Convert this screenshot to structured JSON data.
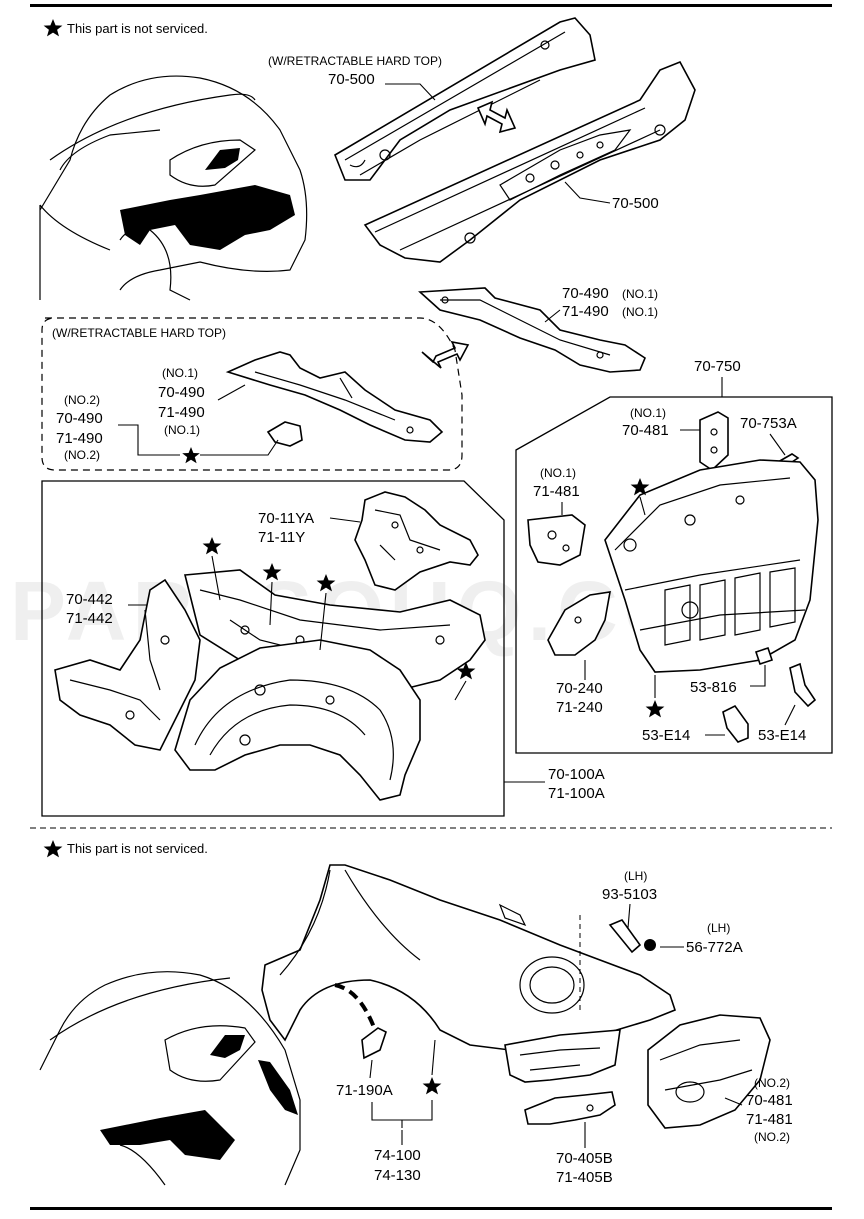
{
  "notes": {
    "top": "This part is not serviced.",
    "bottom": "This part is not serviced."
  },
  "watermark": "PARTSOUQ.COM",
  "labels": {
    "rht_top": "(W/RETRACTABLE HARD TOP)",
    "p70_500_a": "70-500",
    "p70_500_b": "70-500",
    "p70_490_r": "70-490",
    "p70_490_r_q": "(NO.1)",
    "p71_490_r": "71-490",
    "p71_490_r_q": "(NO.1)",
    "rht_box": "(W/RETRACTABLE HARD TOP)",
    "no1_a": "(NO.1)",
    "p70_490_m": "70-490",
    "p71_490_m": "71-490",
    "no1_b": "(NO.1)",
    "no2_a": "(NO.2)",
    "p70_490_l": "70-490",
    "p71_490_l": "71-490",
    "no2_b": "(NO.2)",
    "p70_750": "70-750",
    "no1_c": "(NO.1)",
    "p70_481": "70-481",
    "p70_753a": "70-753A",
    "no1_d": "(NO.1)",
    "p71_481": "71-481",
    "p70_11ya": "70-11YA",
    "p71_11y": "71-11Y",
    "p70_442": "70-442",
    "p71_442": "71-442",
    "p70_240": "70-240",
    "p71_240": "71-240",
    "p53_816": "53-816",
    "p53_e14_a": "53-E14",
    "p53_e14_b": "53-E14",
    "p70_100a": "70-100A",
    "p71_100a": "71-100A",
    "lh_a": "(LH)",
    "p93_5103": "93-5103",
    "lh_b": "(LH)",
    "p56_772a": "56-772A",
    "p71_190a": "71-190A",
    "p74_100": "74-100",
    "p74_130": "74-130",
    "no2_c": "(NO.2)",
    "p70_481_b": "70-481",
    "p71_481_b": "71-481",
    "no2_d": "(NO.2)",
    "p70_405b": "70-405B",
    "p71_405b": "71-405B"
  }
}
